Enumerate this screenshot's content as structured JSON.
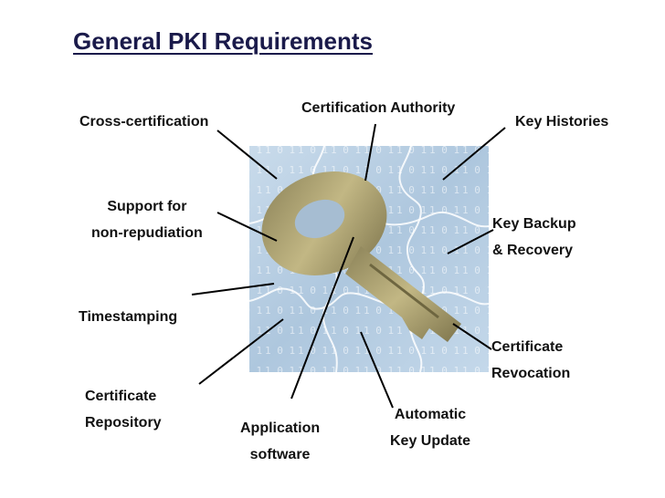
{
  "title": "General PKI Requirements",
  "labels": {
    "cross_certification": "Cross-certification",
    "certification_authority": "Certification Authority",
    "key_histories": "Key Histories",
    "support_for_line1": "Support for",
    "support_for_line2": "non-repudiation",
    "key_backup_line1": "Key Backup",
    "key_backup_line2": "& Recovery",
    "timestamping": "Timestamping",
    "certificate_revocation_line1": "Certificate",
    "certificate_revocation_line2": "Revocation",
    "certificate_repository_line1": "Certificate",
    "certificate_repository_line2": "Repository",
    "automatic_key_update_line1": "Automatic",
    "automatic_key_update_line2": "Key Update",
    "application_software_line1": "Application",
    "application_software_line2": "software"
  },
  "colors": {
    "title": "#1a1a4a",
    "puzzle_background": "#b9cfe3",
    "key": "#a89a63",
    "leader_lines": "#000000"
  },
  "image": {
    "description_icon": "puzzle-key-icon"
  }
}
